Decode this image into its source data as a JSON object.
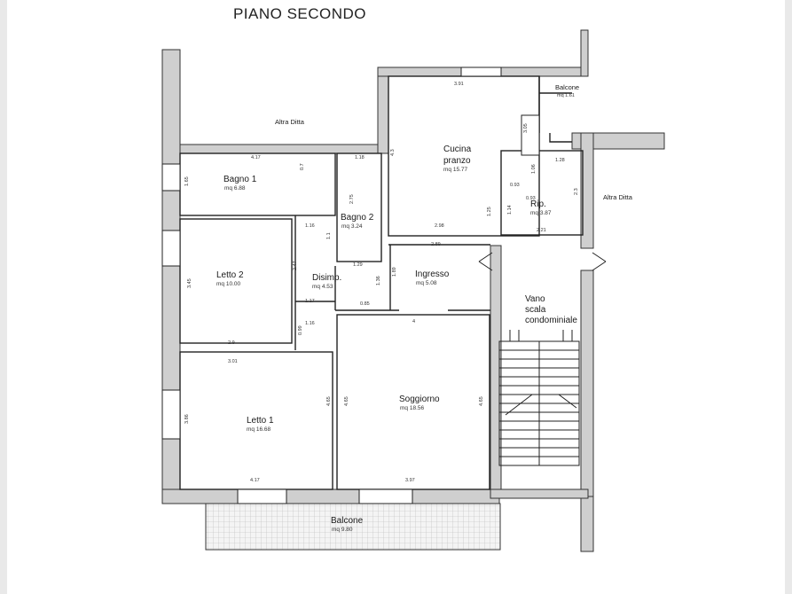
{
  "title": "PIANO SECONDO",
  "labels": {
    "altra_ditta_top": "Altra Ditta",
    "altra_ditta_right": "Altra Ditta"
  },
  "rooms": {
    "bagno1": {
      "name": "Bagno 1",
      "area": "mq 6.88"
    },
    "bagno2": {
      "name": "Bagno 2",
      "area": "mq 3.24"
    },
    "letto2": {
      "name": "Letto 2",
      "area": "mq 10.00"
    },
    "disimp": {
      "name": "Disimp.",
      "area": "mq 4.53"
    },
    "cucina": {
      "name1": "Cucina",
      "name2": "pranzo",
      "area": "mq 15.77"
    },
    "ripostiglio": {
      "name": "Rip.",
      "area": "mq 3.87"
    },
    "ingresso": {
      "name": "Ingresso",
      "area": "mq 5.08"
    },
    "balcone_small": {
      "name": "Balcone",
      "area": "mq 1.61"
    },
    "letto1": {
      "name": "Letto 1",
      "area": "mq 16.68"
    },
    "soggiorno": {
      "name": "Soggiorno",
      "area": "mq 18.56"
    },
    "balcone_large": {
      "name": "Balcone",
      "area": "mq 9.80"
    },
    "vano_scala": {
      "line1": "Vano",
      "line2": "scala",
      "line3": "condominiale"
    }
  },
  "dimensions": {
    "bagno1_w": "4.17",
    "bagno1_h": "1.65",
    "bagno1_door": "0.7",
    "bagno2_w": "1.18",
    "bagno2_h": "2.75",
    "bagno2_side": "1.1",
    "bagno2_door": "1.29",
    "hall_116a": "1.16",
    "letto2_h": "3.45",
    "letto2_w": "2.9",
    "letto2_side": "2.47",
    "disimp_117": "1.17",
    "disimp_085": "0.85",
    "disimp_136": "1.36",
    "hall_116b": "1.16",
    "hall_099": "0.99",
    "cucina_w": "3.91",
    "cucina_h": "4.3",
    "cucina_right": "3.05",
    "cucina_bottom": "2.98",
    "cucina_125": "1.25",
    "ingresso_w": "2.89",
    "ingresso_h": "1.89",
    "rip_w": "1.28",
    "rip_106": "1.06",
    "rip_093a": "0.93",
    "rip_093b": "0.93",
    "rip_114": "1.14",
    "rip_h": "2.3",
    "rip_bottom": "2.21",
    "letto1_top": "3.01",
    "letto1_h": "3.86",
    "letto1_right": "4.65",
    "letto1_bottom": "4.17",
    "soggiorno_top": "4",
    "soggiorno_left": "4.65",
    "soggiorno_right": "4.65",
    "soggiorno_bottom": "3.97"
  }
}
